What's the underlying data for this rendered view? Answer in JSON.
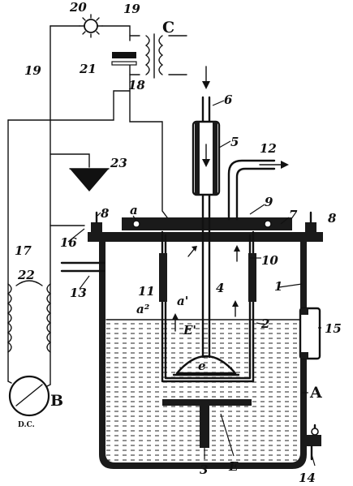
{
  "labels": {
    "l1": "1",
    "l2": "2",
    "l3": "3",
    "l4": "4",
    "l5": "5",
    "l6": "6",
    "l7": "7",
    "l8a": "8",
    "l8b": "8",
    "l9": "9",
    "l10": "10",
    "l11": "11",
    "l12": "12",
    "l13": "13",
    "l14": "14",
    "l15": "15",
    "l16": "16",
    "l17": "17",
    "l18": "18",
    "l19a": "19",
    "l19b": "19",
    "l20": "20",
    "l21": "21",
    "l22": "22",
    "l23": "23",
    "a": "a",
    "a1": "a'",
    "a2": "a²",
    "e": "e",
    "E": "E",
    "E1": "E'",
    "A": "A",
    "B": "B",
    "C": "C",
    "dc": "D.C."
  },
  "colors": {
    "ink": "#111111",
    "paper": "#ffffff"
  }
}
